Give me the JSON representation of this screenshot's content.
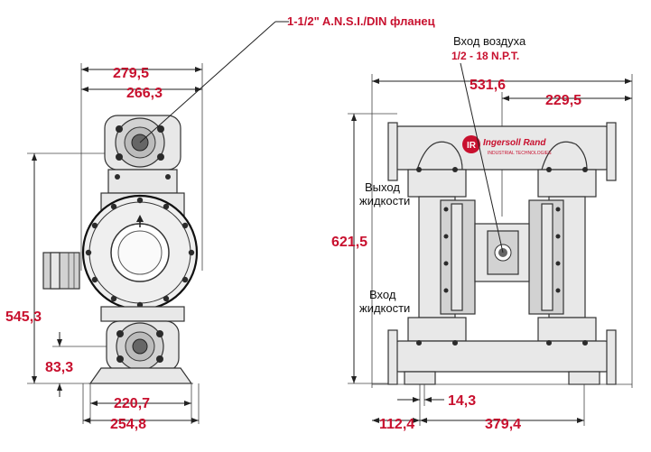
{
  "colors": {
    "dimension": "#c8102e",
    "drawing": "#333333",
    "body": "#e8e8e8",
    "brand": "#c8102e"
  },
  "labels": {
    "flange": "1-1/2\" A.N.S.I./DIN фланец",
    "air_inlet": "Вход воздуха",
    "air_thread": "1/2 - 18 N.P.T.",
    "fluid_outlet_1": "Выход",
    "fluid_outlet_2": "жидкости",
    "fluid_inlet_1": "Вход",
    "fluid_inlet_2": "жидкости",
    "brand": "Ingersoll Rand",
    "brand_sub": "INDUSTRIAL TECHNOLOGIES",
    "brand_mark": "IR"
  },
  "dimensions": {
    "side_width_outer": "279,5",
    "side_width_inner": "266,3",
    "side_height": "545,3",
    "inlet_height": "83,3",
    "foot_inner": "220,7",
    "foot_outer": "254,8",
    "front_width": "531,6",
    "front_half": "229,5",
    "front_height": "621,5",
    "foot_left": "112,4",
    "foot_gap": "14,3",
    "foot_span": "379,4"
  }
}
